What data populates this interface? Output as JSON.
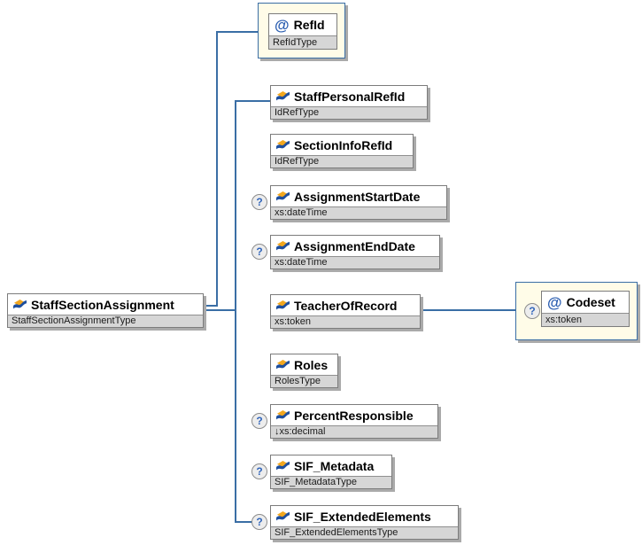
{
  "symbols": {
    "attribute": "@",
    "optional": "?"
  },
  "colors": {
    "connector": "#3a6ea5",
    "group_fill": "#fffce8",
    "group_border": "#3a6ea5",
    "box_border": "#7c7c7c",
    "type_bar_bg": "#d6d6d6",
    "shadow": "#aaaaaa",
    "attribute_symbol": "#2a5db0",
    "element_icon_gold": "#f2a71f",
    "element_icon_blue": "#1e4f9e"
  },
  "root": {
    "name": "StaffSectionAssignment",
    "type": "StaffSectionAssignmentType"
  },
  "attributes": {
    "refid": {
      "name": "RefId",
      "type": "RefIdType"
    },
    "codeset": {
      "name": "Codeset",
      "type": "xs:token"
    }
  },
  "elements": [
    {
      "name": "StaffPersonalRefId",
      "type": "IdRefType"
    },
    {
      "name": "SectionInfoRefId",
      "type": "IdRefType"
    },
    {
      "name": "AssignmentStartDate",
      "type": "xs:dateTime"
    },
    {
      "name": "AssignmentEndDate",
      "type": "xs:dateTime"
    },
    {
      "name": "TeacherOfRecord",
      "type": "xs:token"
    },
    {
      "name": "Roles",
      "type": "RolesType"
    },
    {
      "name": "PercentResponsible",
      "type": "↓xs:decimal"
    },
    {
      "name": "SIF_Metadata",
      "type": "SIF_MetadataType"
    },
    {
      "name": "SIF_ExtendedElements",
      "type": "SIF_ExtendedElementsType"
    }
  ]
}
